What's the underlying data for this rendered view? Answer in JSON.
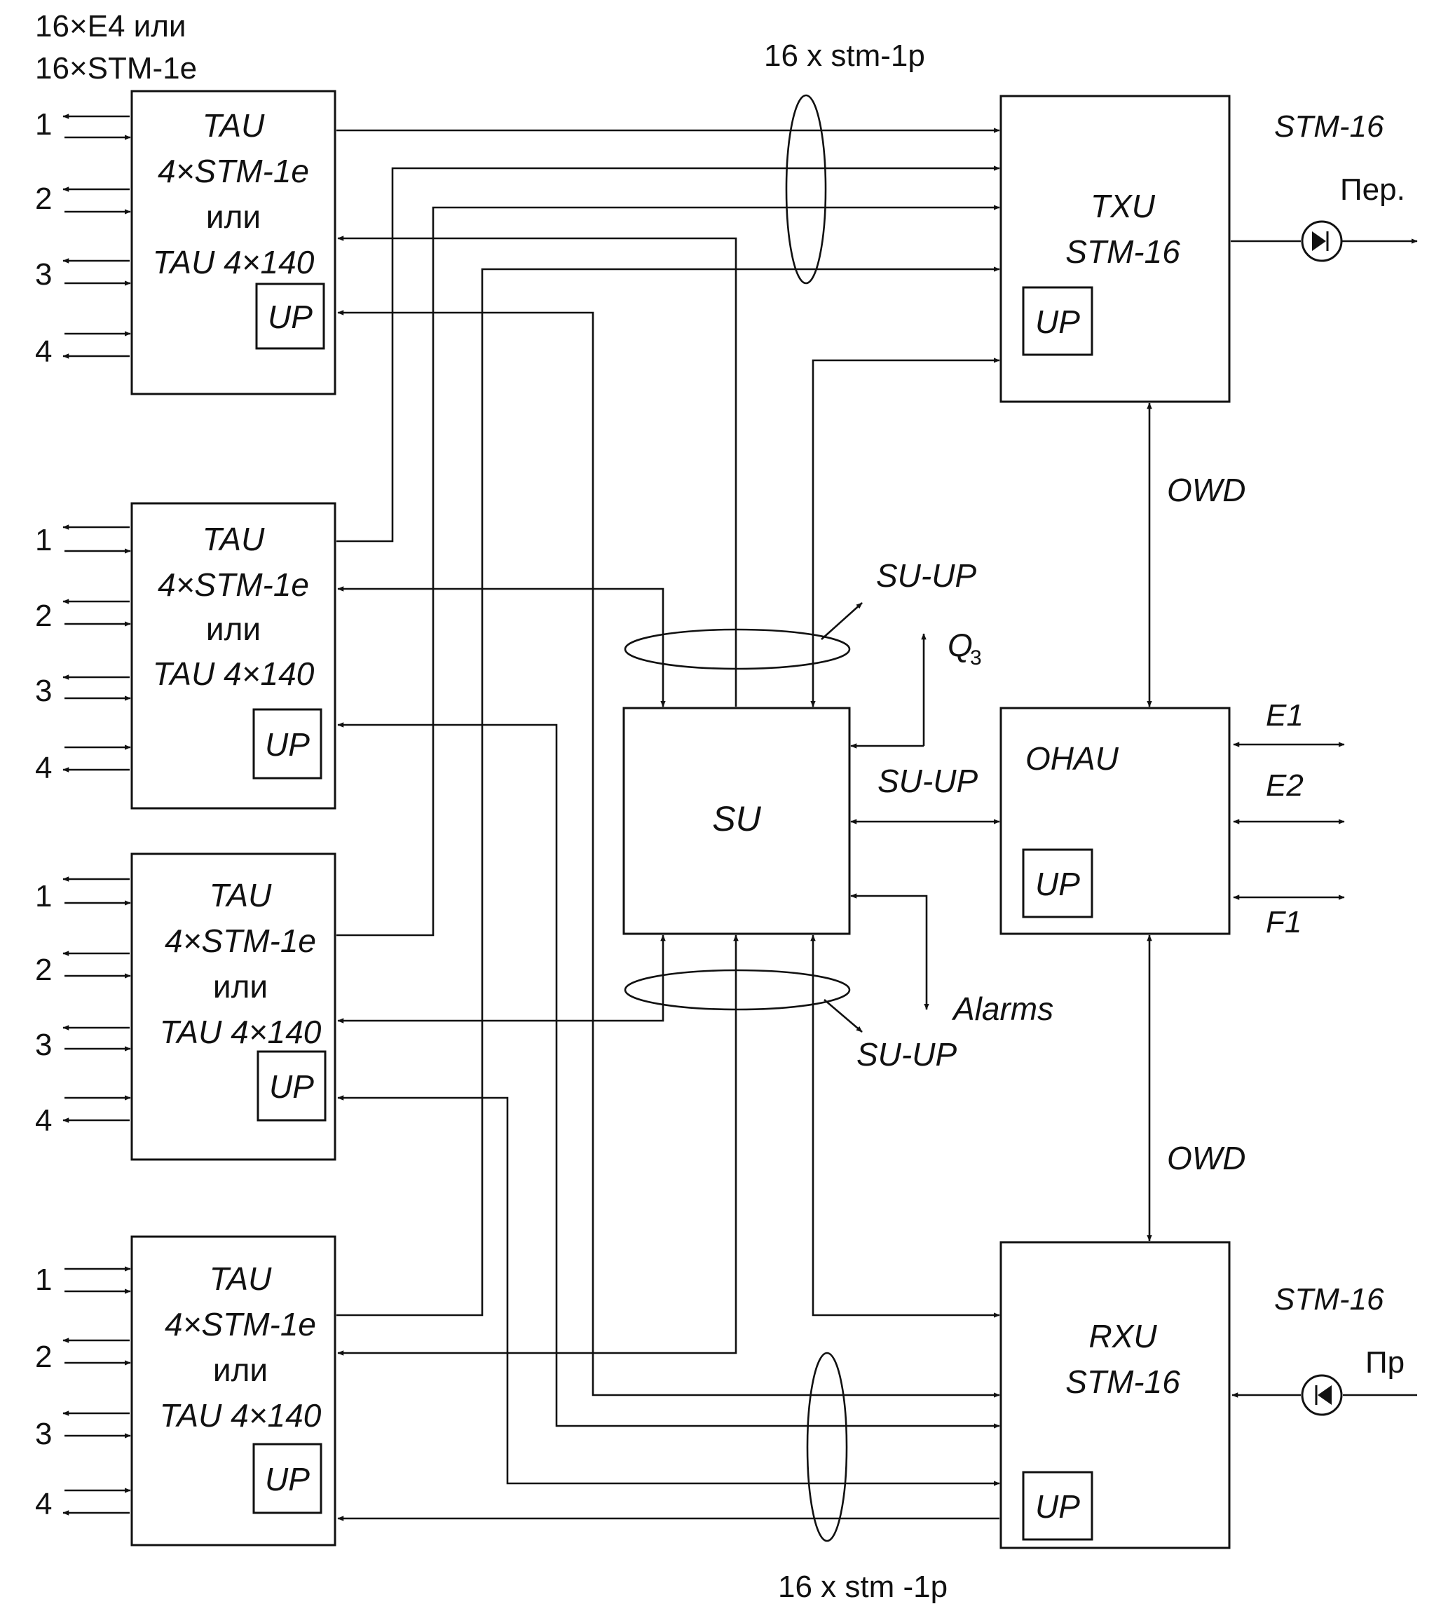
{
  "header": {
    "line1": "16×E4 или",
    "line2": "16×STM-1e"
  },
  "bus_top_label": "16 x stm-1p",
  "bus_bottom_label": "16 x stm -1p",
  "tau_blocks": [
    {
      "line1": "TAU",
      "line2": "4×STM-1e",
      "line3": "или",
      "line4": "TAU 4×140",
      "up": "UP",
      "ports": [
        "1",
        "2",
        "3",
        "4"
      ]
    },
    {
      "line1": "TAU",
      "line2": "4×STM-1e",
      "line3": "или",
      "line4": "TAU 4×140",
      "up": "UP",
      "ports": [
        "1",
        "2",
        "3",
        "4"
      ]
    },
    {
      "line1": "TAU",
      "line2": "4×STM-1e",
      "line3": "или",
      "line4": "TAU 4×140",
      "up": "UP",
      "ports": [
        "1",
        "2",
        "3",
        "4"
      ]
    },
    {
      "line1": "TAU",
      "line2": "4×STM-1e",
      "line3": "или",
      "line4": "TAU 4×140",
      "up": "UP",
      "ports": [
        "1",
        "2",
        "3",
        "4"
      ]
    }
  ],
  "txu": {
    "line1": "TXU",
    "line2": "STM-16",
    "up": "UP",
    "ext_label": "STM-16",
    "dir_label": "Пер."
  },
  "rxu": {
    "line1": "RXU",
    "line2": "STM-16",
    "up": "UP",
    "ext_label": "STM-16",
    "dir_label": "Пр"
  },
  "su": {
    "label": "SU"
  },
  "ohau": {
    "label": "OHAU",
    "up": "UP"
  },
  "ohau_ports": [
    "E1",
    "E2",
    "F1"
  ],
  "owd_top": "OWD",
  "owd_bottom": "OWD",
  "su_up_top": "SU-UP",
  "su_up_mid": "SU-UP",
  "su_up_bottom": "SU-UP",
  "q3": "Q",
  "q3_sub": "3",
  "alarms": "Alarms"
}
